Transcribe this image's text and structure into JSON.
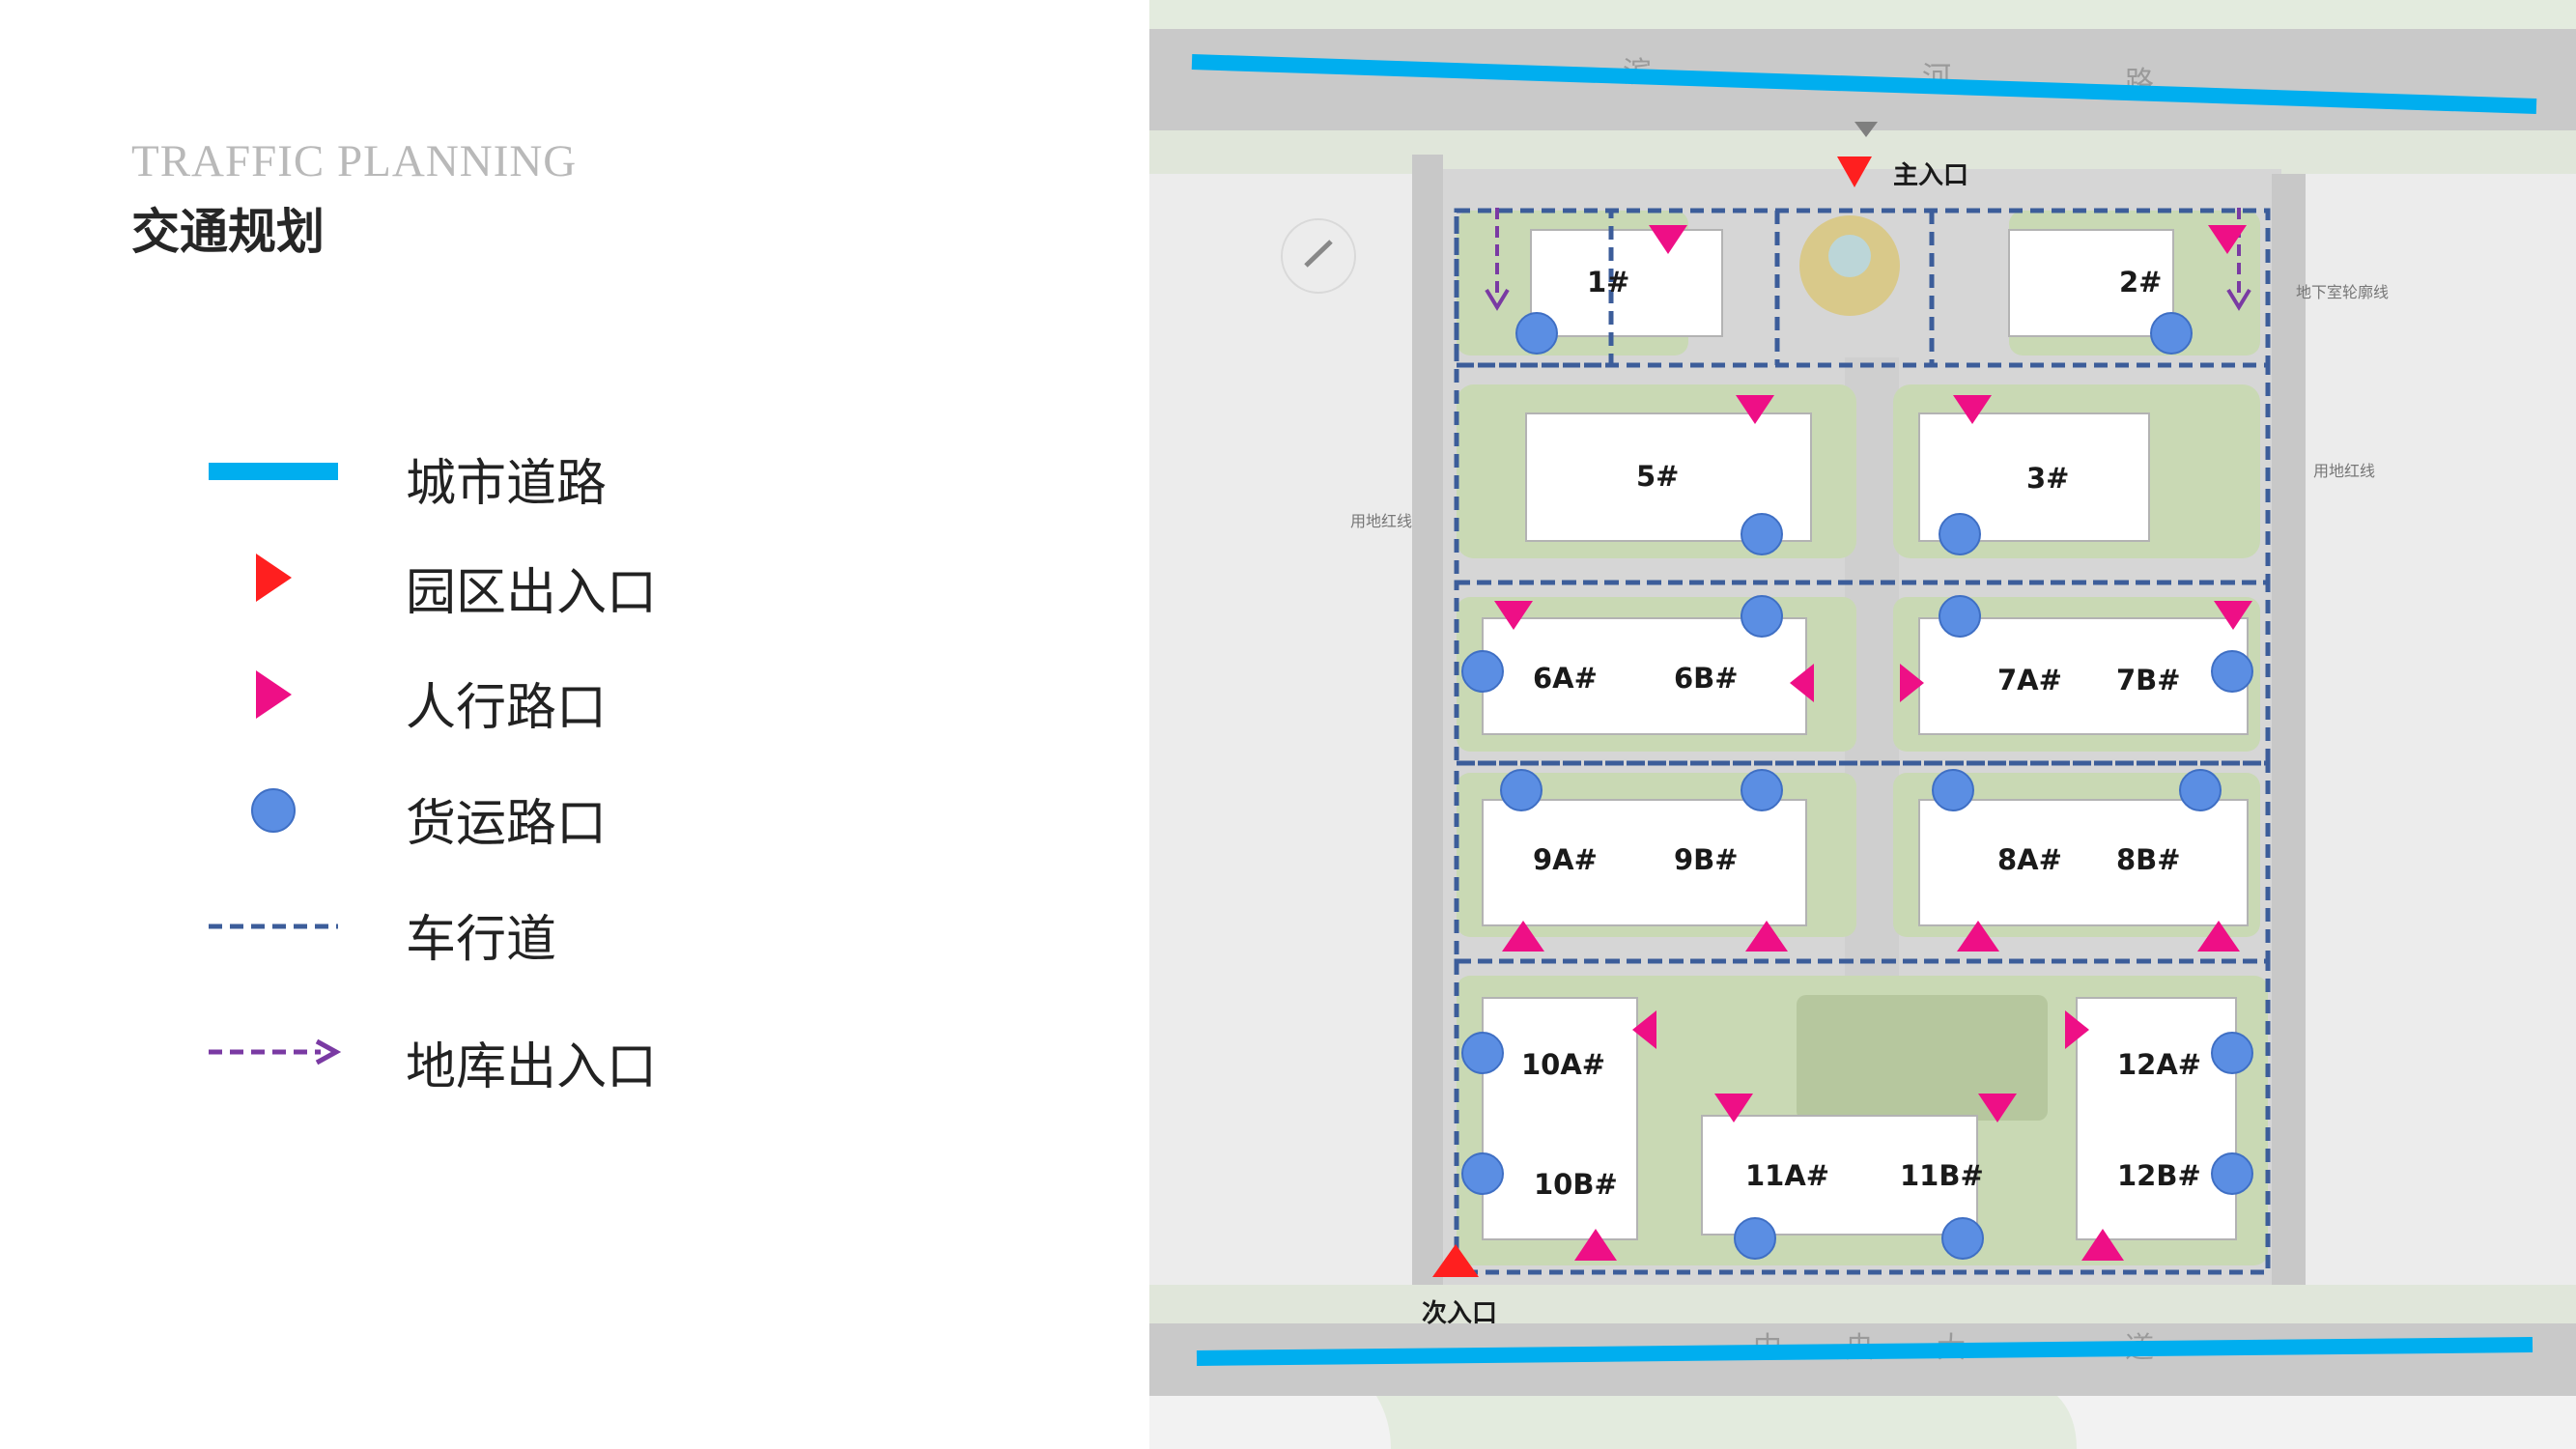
{
  "header": {
    "title_en": "TRAFFIC PLANNING",
    "title_cn": "交通规划"
  },
  "legend": [
    {
      "id": "city-road",
      "label": "城市道路",
      "icon": "blue-line",
      "color": "#00aeef"
    },
    {
      "id": "park-entrance",
      "label": "园区出入口",
      "icon": "red-triangle",
      "color": "#ff1f1f"
    },
    {
      "id": "pedestrian",
      "label": "人行路口",
      "icon": "pink-triangle",
      "color": "#ee0f86"
    },
    {
      "id": "freight",
      "label": "货运路口",
      "icon": "blue-circle",
      "color": "#5b8ee3"
    },
    {
      "id": "driveway",
      "label": "车行道",
      "icon": "dashed-line",
      "color": "#3c5d9a"
    },
    {
      "id": "garage",
      "label": "地库出入口",
      "icon": "purple-dashed-arrow",
      "color": "#7a3aa3"
    }
  ],
  "map": {
    "main_entrance": "主入口",
    "secondary_entrance": "次入口",
    "notes": [
      "地下室轮廓线",
      "用地红线",
      "用地红线"
    ],
    "buildings": [
      "1#",
      "2#",
      "5#",
      "3#",
      "6A#",
      "6B#",
      "7A#",
      "7B#",
      "9A#",
      "9B#",
      "8A#",
      "8B#",
      "10A#",
      "10B#",
      "11A#",
      "11B#",
      "12A#",
      "12B#"
    ]
  }
}
